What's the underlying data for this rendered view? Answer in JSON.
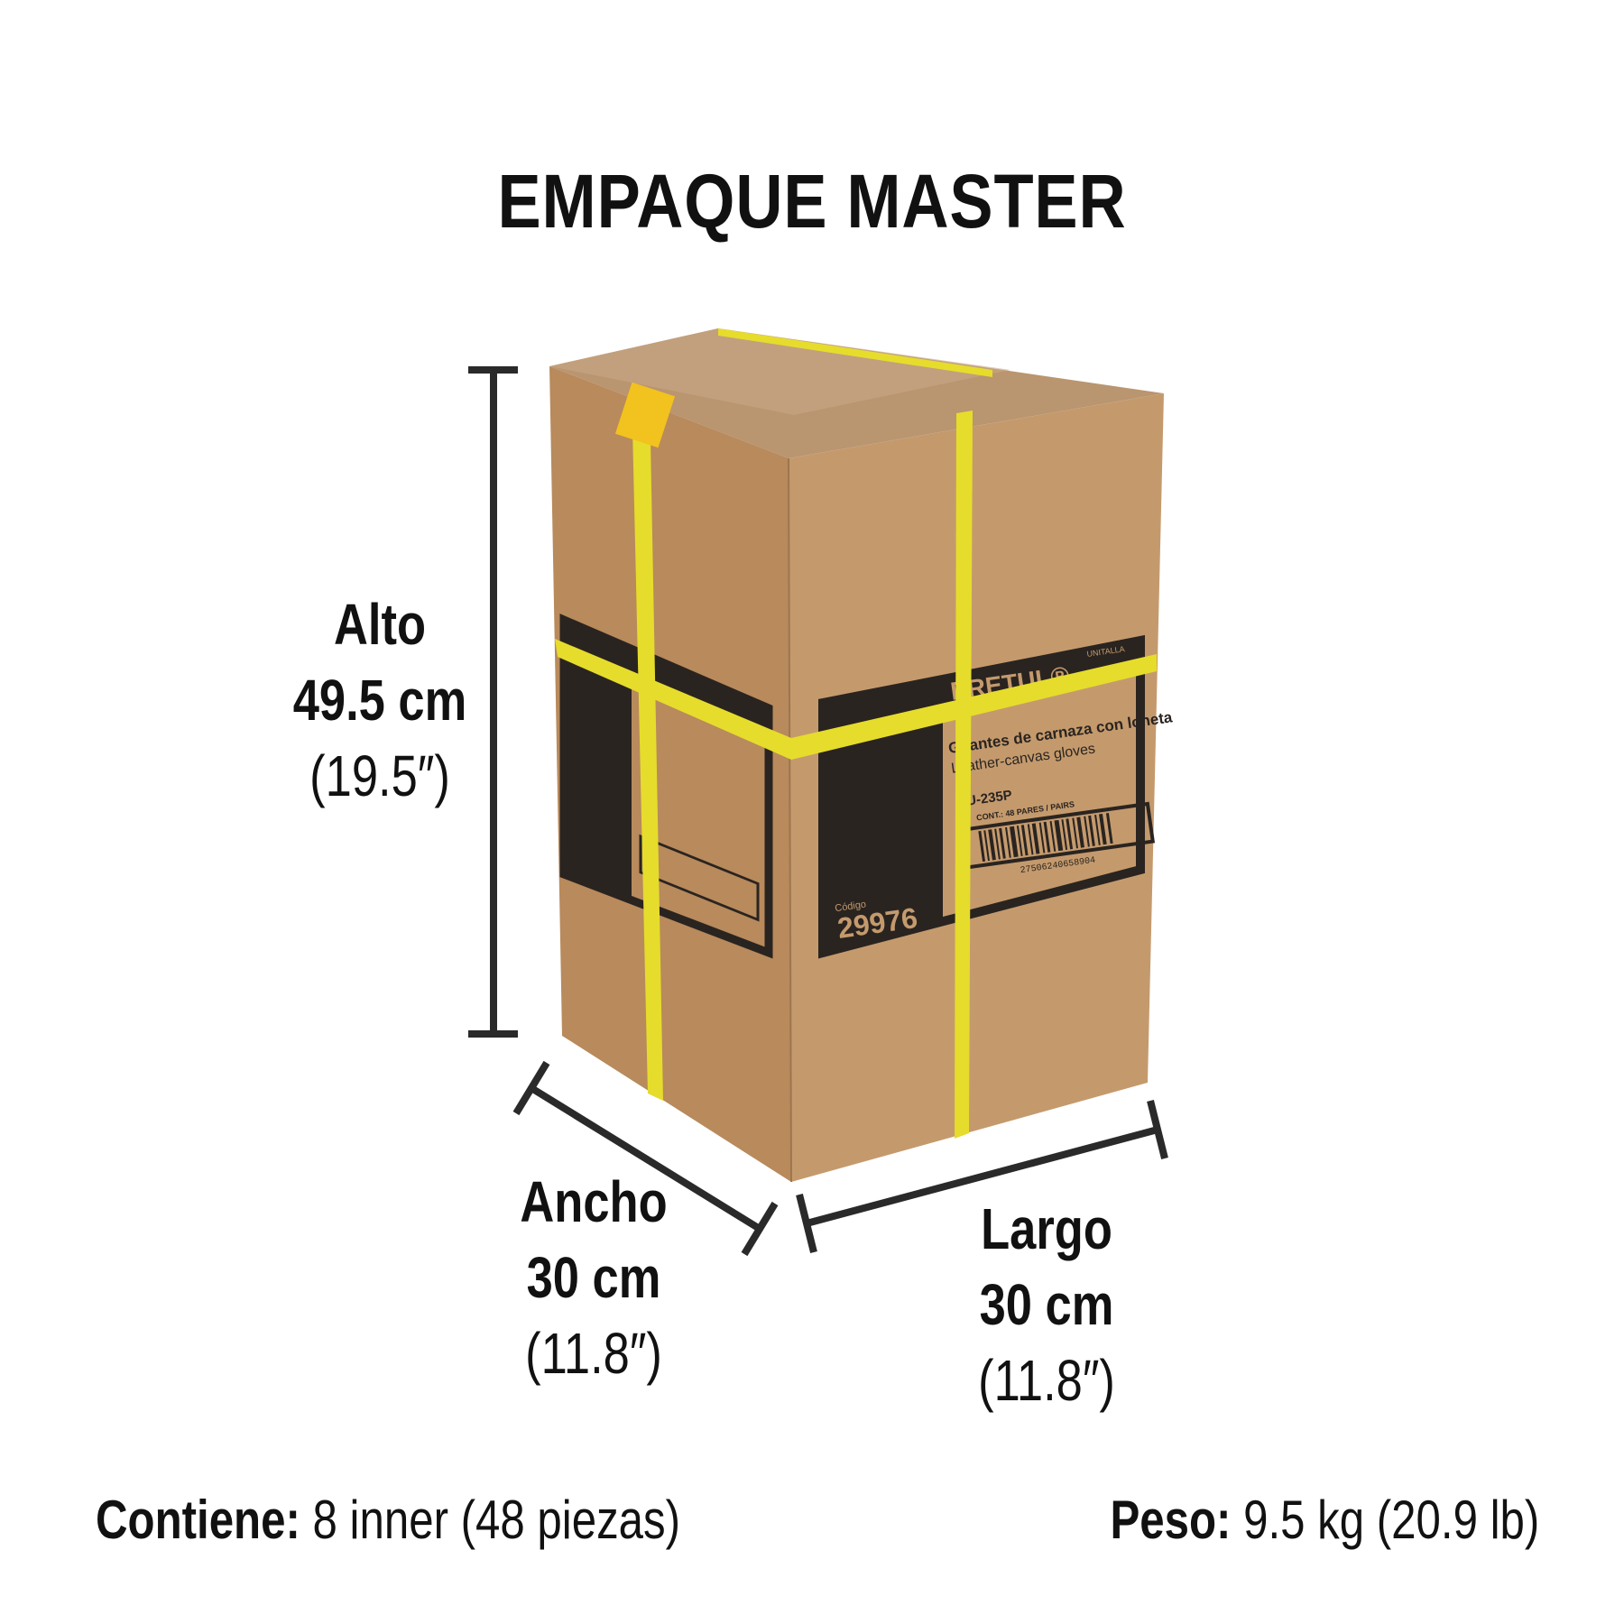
{
  "title": "EMPAQUE MASTER",
  "dimensions": {
    "alto": {
      "label": "Alto",
      "metric": "49.5 cm",
      "imperial": "(19.5″)"
    },
    "ancho": {
      "label": "Ancho",
      "metric": "30 cm",
      "imperial": "(11.8″)"
    },
    "largo": {
      "label": "Largo",
      "metric": "30 cm",
      "imperial": "(11.8″)"
    }
  },
  "contents": {
    "label": "Contiene:",
    "value": "8 inner (48 piezas)"
  },
  "weight": {
    "label": "Peso:",
    "value": "9.5 kg (20.9 lb)"
  },
  "box_label": {
    "brand": "PRETUL®",
    "size": "UNITALLA",
    "product_es": "Guantes de carnaza con loneta",
    "product_en": "Leather-canvas gloves",
    "model": "GU-235P",
    "contents": "CONT.: 48 PARES / PAIRS",
    "barcode": "27506240658904",
    "code_label": "Código",
    "code": "29976"
  },
  "colors": {
    "cardboard": "#c09468",
    "strap": "#e6dc2c",
    "ink": "#2a2420"
  }
}
